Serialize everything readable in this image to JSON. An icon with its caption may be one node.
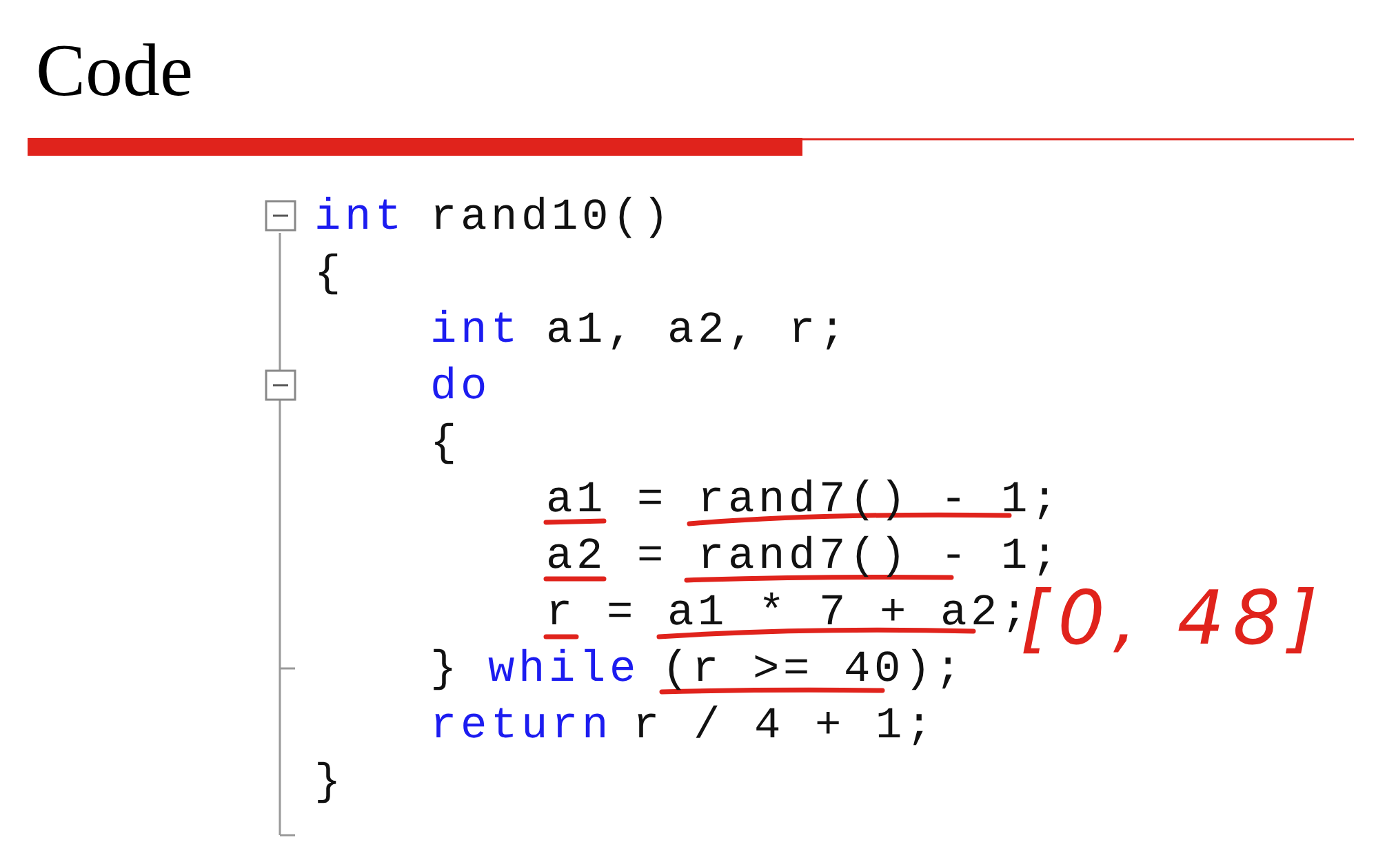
{
  "diagram": {
    "title": "Code",
    "labels": [
      "int",
      "rand10()",
      "{",
      "int",
      "a1, a2, r;",
      "do",
      "{",
      "a1 = rand7() - 1;",
      "a2 = rand7() - 1;",
      "r = a1 * 7 + a2;",
      "}",
      "while",
      "(r >= 40);",
      "return",
      "r / 4 + 1;",
      "}",
      "[0, 48]"
    ]
  }
}
